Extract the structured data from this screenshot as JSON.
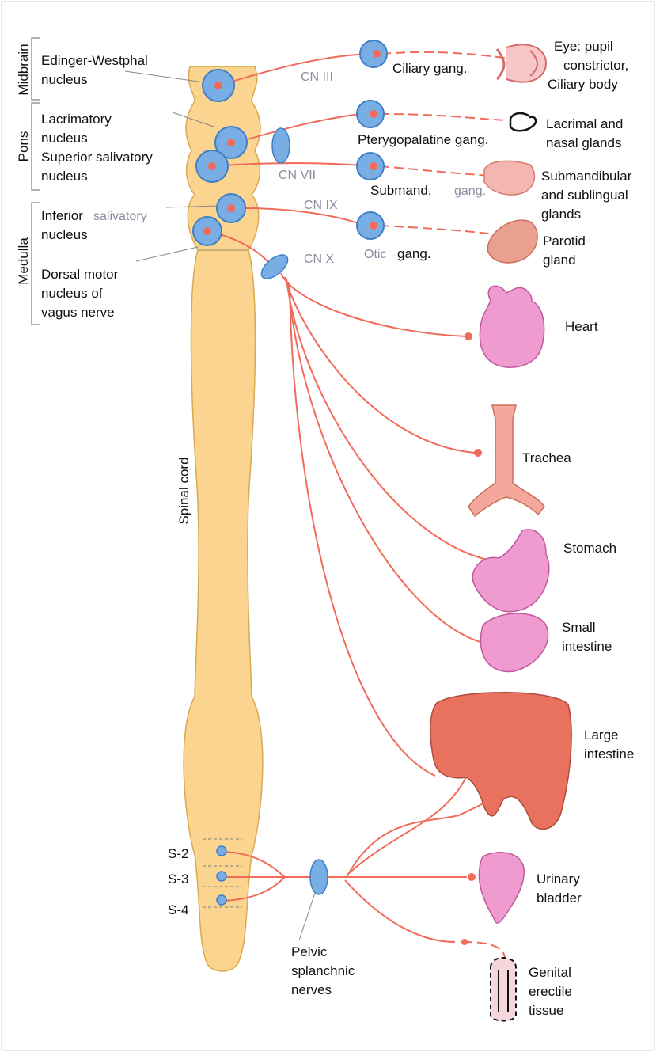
{
  "colors": {
    "nerve": "#f26a5a",
    "cord": "#fbd58f",
    "cord_edge": "#d9a84f",
    "ganglion": "#79aee4",
    "ganglion_edge": "#3f7fc7",
    "organ_pink": "#f09bd0",
    "organ_red": "#e9725f"
  },
  "regions": {
    "midbrain": "Midbrain",
    "pons": "Pons",
    "medulla": "Medulla"
  },
  "nuclei": {
    "edinger_1": "Edinger-Westphal",
    "edinger_2": "nucleus",
    "lacrimatory_1": "Lacrimatory",
    "lacrimatory_2": "nucleus",
    "sup_salivatory_1": "Superior salivatory",
    "sup_salivatory_2": "nucleus",
    "inf_salivatory_a": "Inferior",
    "inf_salivatory_b": "salivatory",
    "inf_salivatory_2": "nucleus",
    "dorsal_1": "Dorsal motor",
    "dorsal_2": "nucleus of",
    "dorsal_3": "vagus nerve"
  },
  "nerves": {
    "cn3": "CN III",
    "cn7": "CN VII",
    "cn9": "CN IX",
    "cn10": "CN X"
  },
  "ganglia": {
    "ciliary": "Ciliary gang.",
    "pterygopalatine": "Pterygopalatine gang.",
    "submand_a": "Submand.",
    "submand_b": "gang.",
    "otic_a": "Otic",
    "otic_b": "gang."
  },
  "targets": {
    "eye_1": "Eye: pupil",
    "eye_2": "constrictor,",
    "eye_3": "Ciliary body",
    "lacrimal_1": "Lacrimal and",
    "lacrimal_2": "nasal glands",
    "submandibular_1": "Submandibular",
    "submandibular_2": "and sublingual",
    "submandibular_3": "glands",
    "parotid_1": "Parotid",
    "parotid_2": "gland",
    "heart": "Heart",
    "trachea": "Trachea",
    "stomach": "Stomach",
    "small_1": "Small",
    "small_2": "intestine",
    "large_1": "Large",
    "large_2": "intestine",
    "bladder_1": "Urinary",
    "bladder_2": "bladder",
    "genital_1": "Genital",
    "genital_2": "erectile",
    "genital_3": "tissue"
  },
  "spinal_cord": "Spinal cord",
  "sacral": {
    "s2": "S-2",
    "s3": "S-3",
    "s4": "S-4"
  },
  "pelvic": {
    "line1": "Pelvic",
    "line2": "splanchnic",
    "line3": "nerves"
  }
}
